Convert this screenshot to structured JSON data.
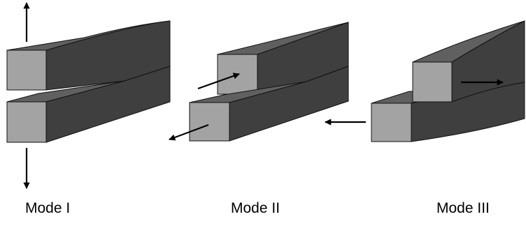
{
  "modes": [
    {
      "label": "Mode I"
    },
    {
      "label": "Mode II"
    },
    {
      "label": "Mode III"
    }
  ],
  "colors": {
    "dark_face": "#3f3f3f",
    "light_face": "#a3a3a3",
    "top_face": "#606060",
    "outline": "#111111",
    "arrow": "#000000"
  }
}
